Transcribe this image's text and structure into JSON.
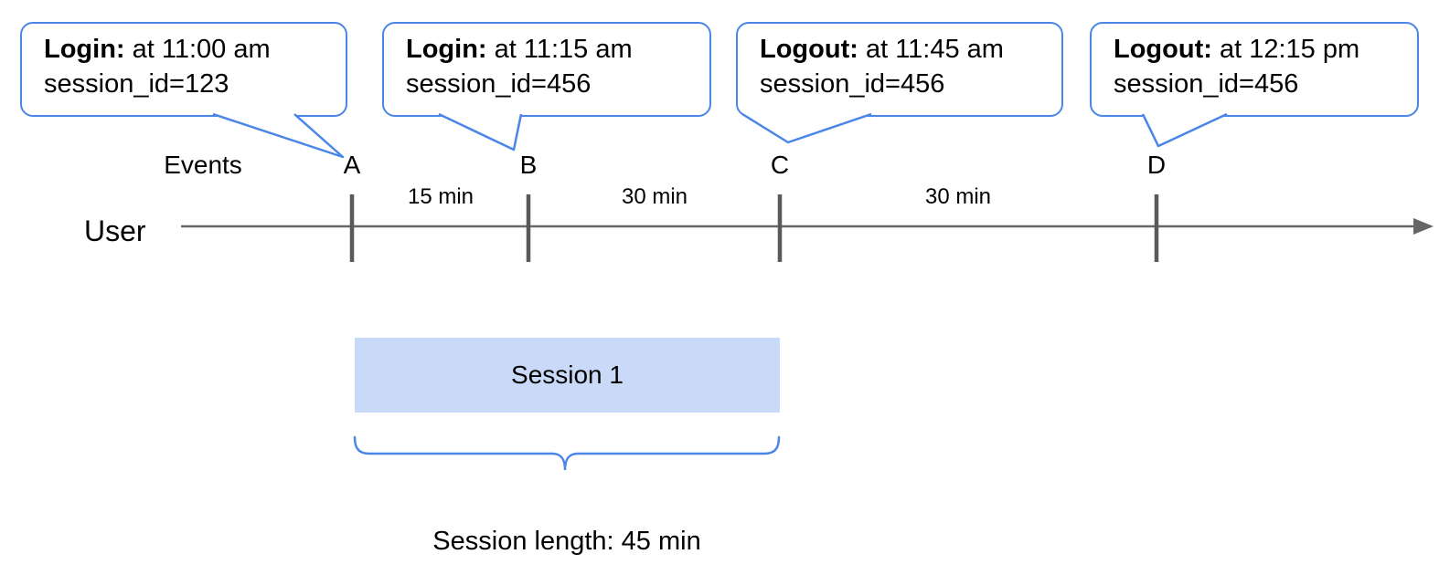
{
  "colors": {
    "accent_blue": "#4a86e8",
    "session_fill": "#c9daf8",
    "axis_gray": "#666666",
    "tick_gray": "#595959",
    "text_black": "#000000"
  },
  "callouts": [
    {
      "event": "Login:",
      "time": " at 11:00 am",
      "session": "session_id=123"
    },
    {
      "event": "Login:",
      "time": " at 11:15 am",
      "session": "session_id=456"
    },
    {
      "event": "Logout:",
      "time": " at 11:45 am",
      "session": "session_id=456"
    },
    {
      "event": "Logout:",
      "time": " at 12:15 pm",
      "session": "session_id=456"
    }
  ],
  "timeline": {
    "events_label": "Events",
    "user_label": "User",
    "markers": [
      "A",
      "B",
      "C",
      "D"
    ],
    "intervals": [
      "15 min",
      "30 min",
      "30 min"
    ]
  },
  "session": {
    "box_label": "Session 1",
    "length_label": "Session length: 45 min"
  }
}
